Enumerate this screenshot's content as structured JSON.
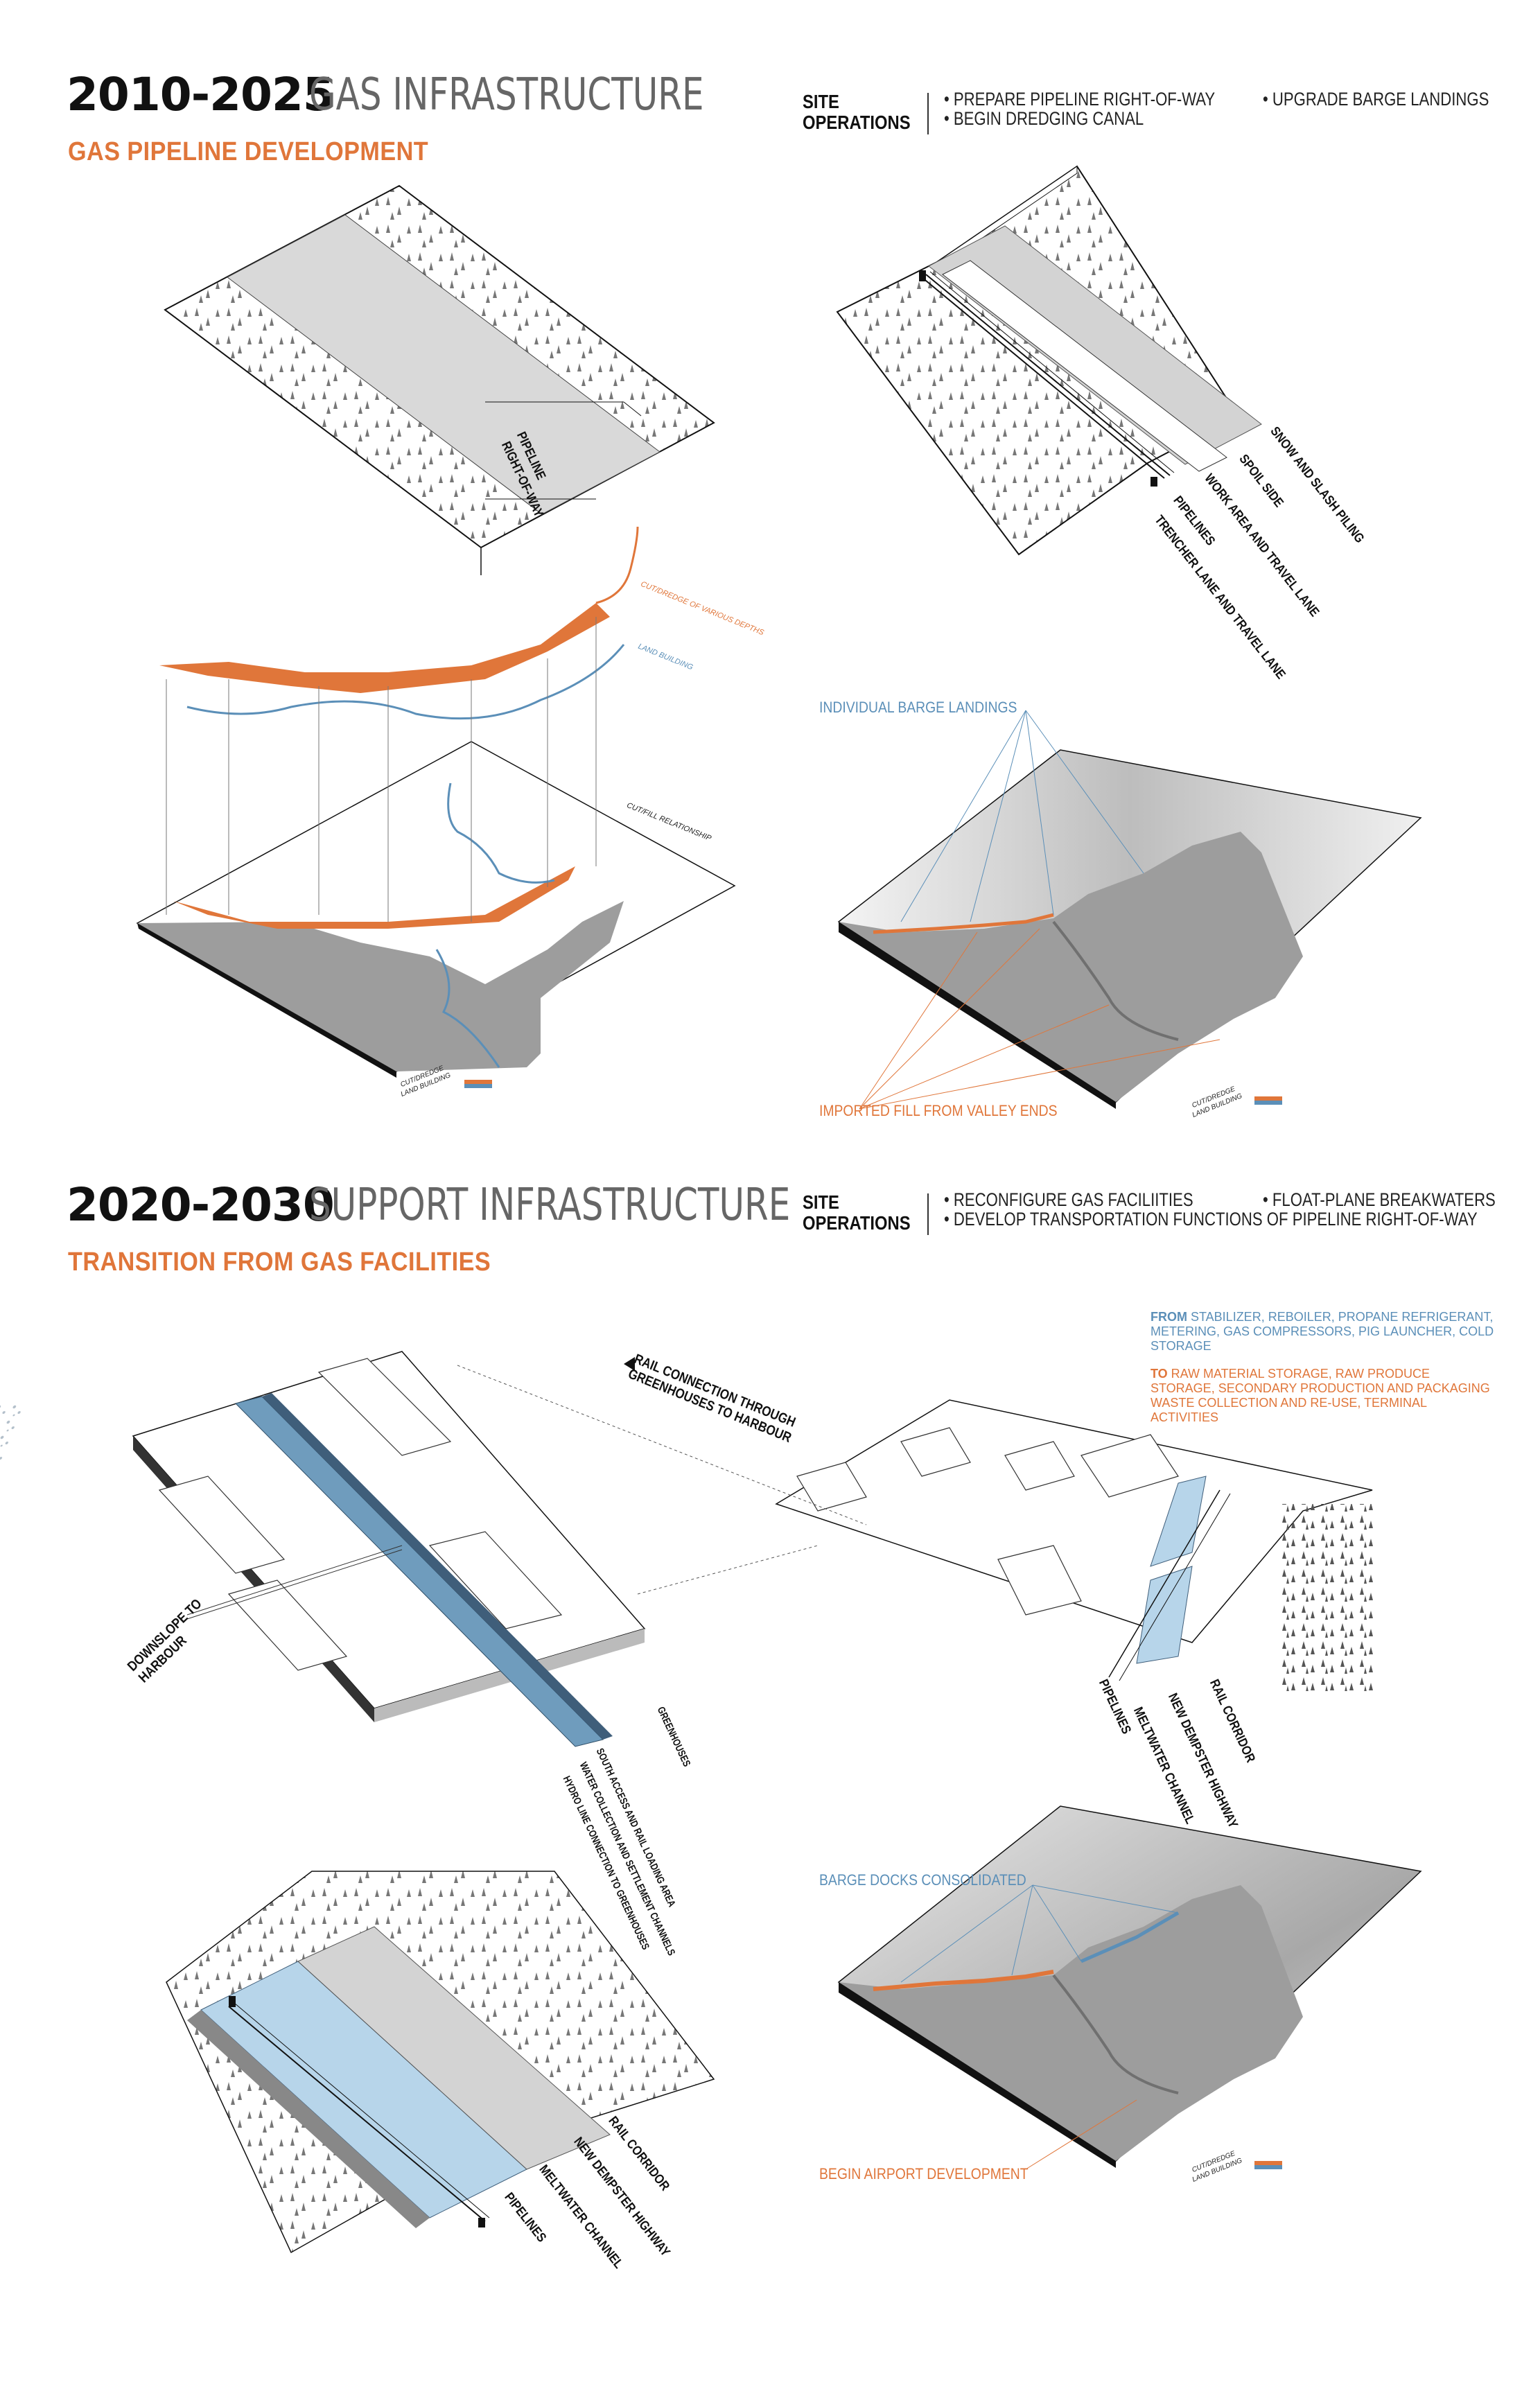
{
  "section1": {
    "year": "2010-2025",
    "title": "GAS INFRASTRUCTURE",
    "subtitle": "GAS PIPELINE DEVELOPMENT",
    "ops_label_1": "SITE",
    "ops_label_2": "OPERATIONS",
    "ops": [
      "• PREPARE PIPELINE RIGHT-OF-WAY",
      "• BEGIN DREDGING CANAL",
      "• UPGRADE BARGE LANDINGS"
    ],
    "row_labels": [
      "SNOW AND SLASH PILING",
      "SPOIL SIDE",
      "WORK AREA AND TRAVEL LANE",
      "PIPELINES",
      "TRENCHER LANE AND TRAVEL LANE"
    ],
    "row_label_left_1": "PIPELINE",
    "row_label_left_2": "RIGHT-OF-WAY",
    "map_labels": {
      "top": "CUT/DREDGE OF VARIOUS DEPTHS",
      "mid": "LAND BUILDING",
      "base": "CUT/FILL RELATIONSHIP",
      "legend_1": "CUT/DREDGE",
      "legend_2": "LAND BUILDING"
    },
    "callout_blue": "INDIVIDUAL BARGE LANDINGS",
    "callout_orange": "IMPORTED FILL FROM VALLEY ENDS"
  },
  "section2": {
    "year": "2020-2030",
    "title": "SUPPORT INFRASTRUCTURE",
    "subtitle": "TRANSITION FROM GAS FACILITIES",
    "ops_label_1": "SITE",
    "ops_label_2": "OPERATIONS",
    "ops": [
      "• RECONFIGURE GAS FACILIITIES",
      "• DEVELOP TRANSPORTATION FUNCTIONS OF PIPELINE RIGHT-OF-WAY",
      "• FLOAT-PLANE BREAKWATERS"
    ],
    "rail_arrow": "RAIL CONNECTION THROUGH",
    "rail_arrow_2": "GREENHOUSES TO HARBOUR",
    "downslope": "DOWNSLOPE TO",
    "downslope_2": "HARBOUR",
    "note_from_key": "FROM",
    "note_from": " STABILIZER, REBOILER, PROPANE REFRIGERANT, METERING, GAS COMPRESSORS, PIG LAUNCHER, COLD STORAGE",
    "note_to_key": "TO",
    "note_to": " RAW MATERIAL STORAGE, RAW PRODUCE STORAGE, SECONDARY PRODUCTION AND PACKAGING WASTE COLLECTION AND RE-USE, TERMINAL ACTIVITIES",
    "greenhouse_labels": [
      "GREENHOUSES",
      "SOUTH ACCESS AND RAIL LOADING AREA",
      "WATER COLLECTION AND SETTLEMENT CHANNELS",
      "HYDRO LINE CONNECTION TO GREENHOUSES"
    ],
    "facility_labels": [
      "PIPELINES",
      "MELTWATER CHANNEL",
      "NEW DEMPSTER HIGHWAY",
      "RAIL CORRIDOR"
    ],
    "corridor_labels": [
      "RAIL CORRIDOR",
      "NEW DEMPSTER HIGHWAY",
      "MELTWATER CHANNEL",
      "PIPELINES"
    ],
    "callout_blue": "BARGE DOCKS CONSOLIDATED",
    "callout_orange": "BEGIN AIRPORT DEVELOPMENT",
    "legend_1": "CUT/DREDGE",
    "legend_2": "LAND BUILDING"
  },
  "colors": {
    "accent_orange": "#e0763a",
    "accent_blue": "#5b8fb8",
    "channel_blue": "#a9cce6",
    "ground_grey": "#999999"
  }
}
